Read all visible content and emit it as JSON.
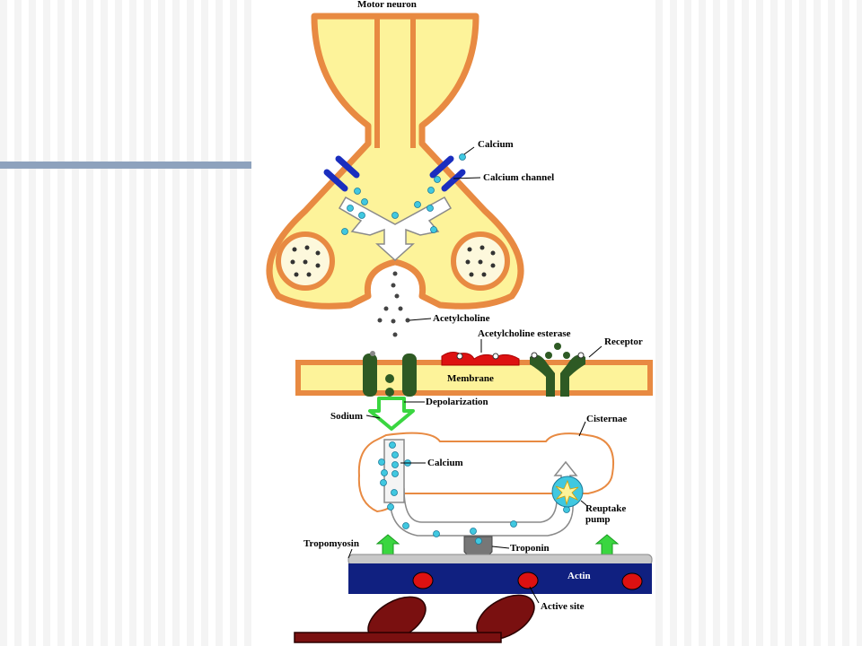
{
  "slide": {
    "colors": {
      "accent_bar": "#8ea2bd",
      "neuron_fill": "#fdf39a",
      "neuron_outline": "#e88a42",
      "calcium_channel": "#1a2ebf",
      "calcium_ion": "#40c8e0",
      "acetylcholine": "#444444",
      "esterase": "#dd1111",
      "receptor": "#2e5a24",
      "sodium_arrow": "#3ad640",
      "tropomyosin": "#c8c8c8",
      "actin": "#102080",
      "active_site": "#dd1111",
      "myosin": "#7a1010",
      "troponin": "#777777"
    }
  },
  "diagram": {
    "labels": {
      "motor_neuron": "Motor neuron",
      "calcium_top": "Calcium",
      "calcium_channel": "Calcium channel",
      "acetylcholine": "Acetylcholine",
      "acetylcholine_esterase": "Acetylcholine esterase",
      "receptor": "Receptor",
      "membrane": "Membrane",
      "depolarization": "Depolarization",
      "sodium": "Sodium",
      "cisternae": "Cisternae",
      "calcium_cisternae": "Calcium",
      "reuptake_pump": "Reuptake pump",
      "tropomyosin": "Tropomyosin",
      "troponin": "Troponin",
      "actin": "Actin",
      "active_site": "Active site"
    }
  }
}
